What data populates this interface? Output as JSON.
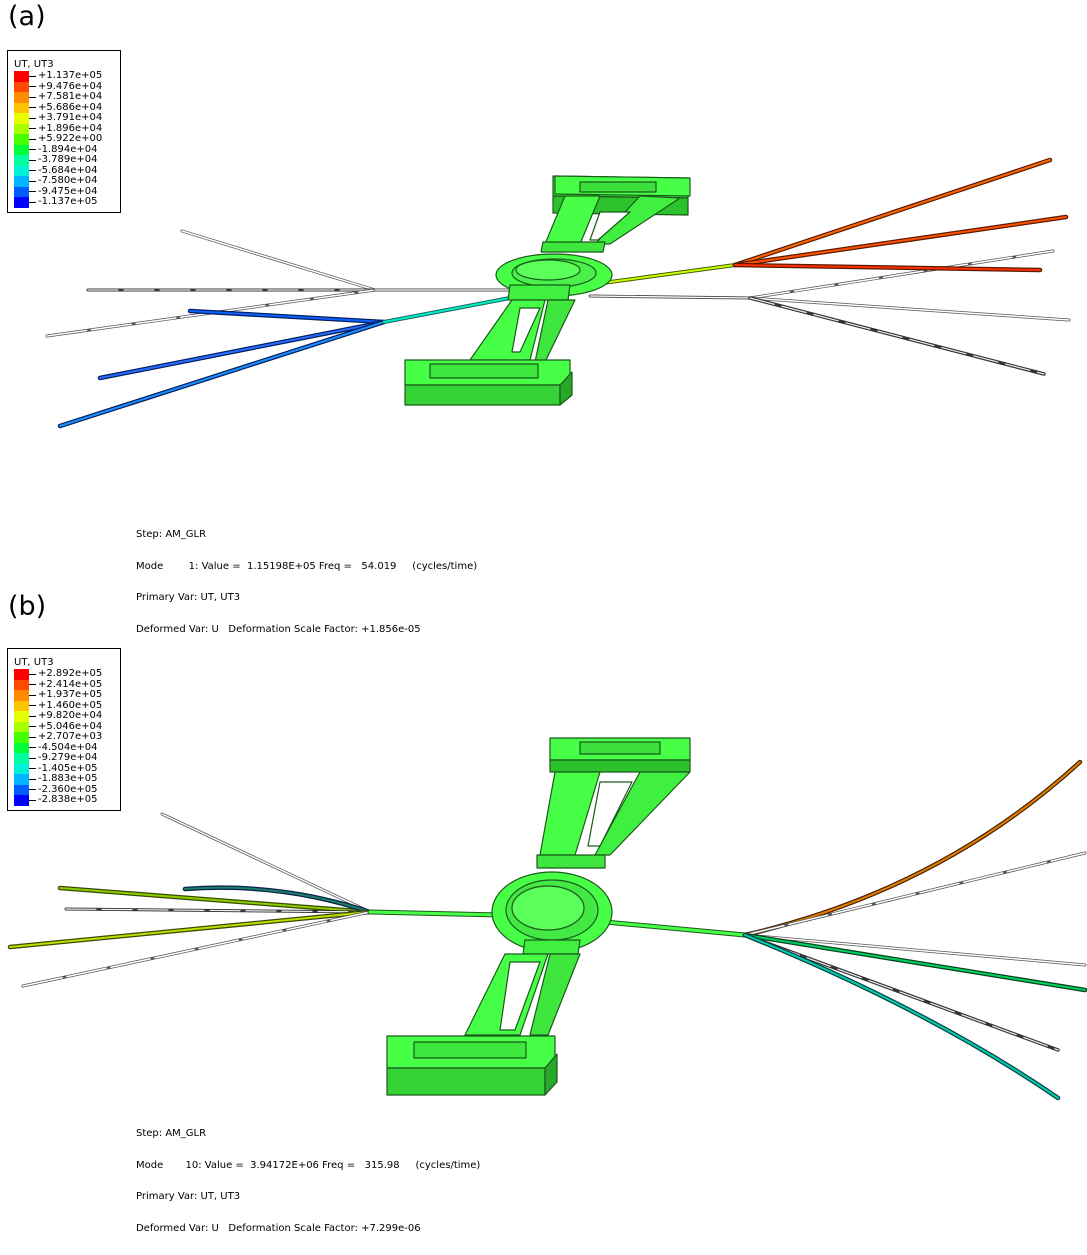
{
  "panels": [
    {
      "label": "(a)",
      "legend": {
        "title": "UT, UT3",
        "levels": [
          "+1.137e+05",
          "+9.476e+04",
          "+7.581e+04",
          "+5.686e+04",
          "+3.791e+04",
          "+1.896e+04",
          "+5.922e+00",
          "-1.894e+04",
          "-3.789e+04",
          "-5.684e+04",
          "-7.580e+04",
          "-9.475e+04",
          "-1.137e+05"
        ],
        "colors": [
          "#ff0000",
          "#ff4a00",
          "#ff8c00",
          "#ffc400",
          "#e6ff00",
          "#a8ff00",
          "#46ff00",
          "#00ff3a",
          "#00ffa0",
          "#00f0d8",
          "#00b4ff",
          "#005cff",
          "#0000ff"
        ]
      },
      "info": {
        "step": "Step: AM_GLR",
        "mode": "Mode        1: Value =  1.15198E+05 Freq =   54.019     (cycles/time)",
        "primary_var": "Primary Var: UT, UT3",
        "deformed_var": "Deformed Var: U   Deformation Scale Factor: +1.856e-05"
      }
    },
    {
      "label": "(b)",
      "legend": {
        "title": "UT, UT3",
        "levels": [
          "+2.892e+05",
          "+2.414e+05",
          "+1.937e+05",
          "+1.460e+05",
          "+9.820e+04",
          "+5.046e+04",
          "+2.707e+03",
          "-4.504e+04",
          "-9.279e+04",
          "-1.405e+05",
          "-1.883e+05",
          "-2.360e+05",
          "-2.838e+05"
        ],
        "colors": [
          "#ff0000",
          "#ff4a00",
          "#ff8c00",
          "#ffc400",
          "#e6ff00",
          "#a8ff00",
          "#46ff00",
          "#00ff3a",
          "#00ffa0",
          "#00f0d8",
          "#00b4ff",
          "#005cff",
          "#0000ff"
        ]
      },
      "info": {
        "step": "Step: AM_GLR",
        "mode": "Mode       10: Value =  3.94172E+06 Freq =   315.98     (cycles/time)",
        "primary_var": "Primary Var: UT, UT3",
        "deformed_var": "Deformed Var: U   Deformation Scale Factor: +7.299e-06"
      }
    }
  ]
}
